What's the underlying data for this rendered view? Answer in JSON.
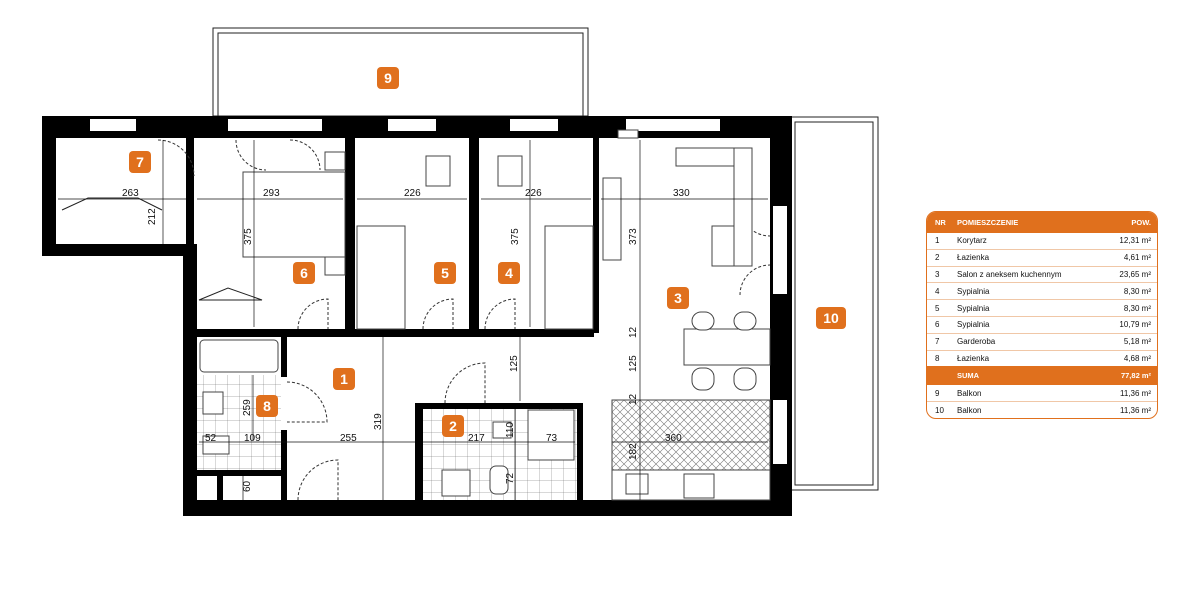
{
  "rooms": [
    {
      "nr": "1",
      "name": "Korytarz",
      "area": "12,31 m²"
    },
    {
      "nr": "2",
      "name": "Łazienka",
      "area": "4,61 m²"
    },
    {
      "nr": "3",
      "name": "Salon z aneksem kuchennym",
      "area": "23,65 m²"
    },
    {
      "nr": "4",
      "name": "Sypialnia",
      "area": "8,30 m²"
    },
    {
      "nr": "5",
      "name": "Sypialnia",
      "area": "8,30 m²"
    },
    {
      "nr": "6",
      "name": "Sypialnia",
      "area": "10,79 m²"
    },
    {
      "nr": "7",
      "name": "Garderoba",
      "area": "5,18 m²"
    },
    {
      "nr": "8",
      "name": "Łazienka",
      "area": "4,68 m²"
    }
  ],
  "balconies": [
    {
      "nr": "9",
      "name": "Balkon",
      "area": "11,36 m²"
    },
    {
      "nr": "10",
      "name": "Balkon",
      "area": "11,36 m²"
    }
  ],
  "table": {
    "col_nr": "NR",
    "col_name": "POMIESZCZENIE",
    "col_area": "POW.",
    "sum_label": "SUMA",
    "sum_area": "77,82 m²"
  },
  "plan": {
    "badges": [
      "1",
      "2",
      "3",
      "4",
      "5",
      "6",
      "7",
      "8",
      "9",
      "10"
    ],
    "dimensions": {
      "d263": "263",
      "d212": "212",
      "d293": "293",
      "d375a": "375",
      "d226a": "226",
      "d375b": "375",
      "d226b": "226",
      "d373": "373",
      "d330": "330",
      "d12a": "12",
      "d125a": "125",
      "d125b": "125",
      "d12b": "12",
      "d259": "259",
      "d52": "52",
      "d109": "109",
      "d255": "255",
      "d319": "319",
      "d60": "60",
      "d217": "217",
      "d110": "110",
      "d73": "73",
      "d72": "72",
      "d360": "360",
      "d182": "182"
    },
    "colors": {
      "accent": "#e0701d",
      "wall": "#000000"
    }
  }
}
